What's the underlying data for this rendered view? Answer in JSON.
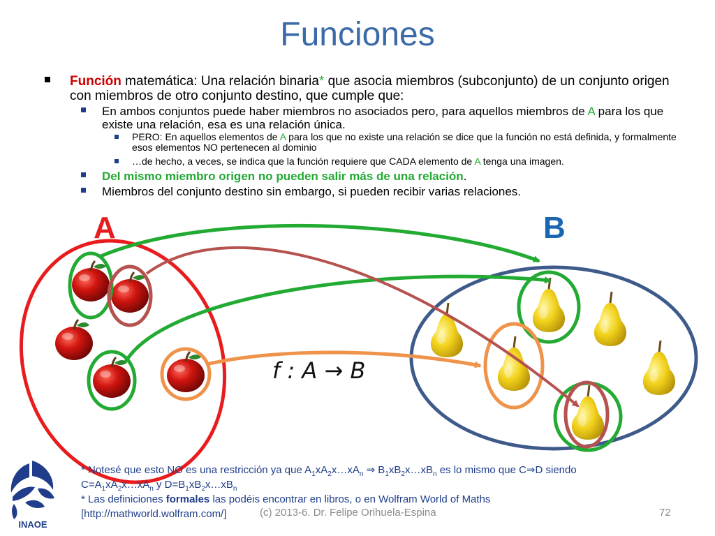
{
  "slide": {
    "title": "Funciones",
    "page_number": "72",
    "footer": "(c) 2013-6. Dr. Felipe Orihuela-Espina"
  },
  "bullets": {
    "b1": {
      "term": "Función",
      "text_a": " matemática: Una relación binaria",
      "star": "*",
      "text_b": " que asocia miembros (subconjunto) de un conjunto origen con miembros de otro conjunto destino, que cumple que:"
    },
    "b2": {
      "text_a": "En ambos conjuntos puede haber miembros no asociados pero, para aquellos miembros de ",
      "setA": "A",
      "text_b": " para los que existe una relación, esa es una relación única."
    },
    "b3": {
      "text_a": "PERO: En aquellos elementos de ",
      "setA": "A",
      "text_b": "  para los que no existe una relación se dice que la función no está definida, y formalmente esos elementos NO pertenecen al dominio"
    },
    "b4": {
      "text_a": "…de hecho, a veces, se indica que la función requiere que CADA elemento de ",
      "setA": "A",
      "text_b": " tenga una imagen."
    },
    "b5": {
      "text": "Del mismo miembro origen no pueden salir más de una relación",
      "dot": "."
    },
    "b6": {
      "text": "Miembros del conjunto destino sin embargo, si pueden recibir varias relaciones."
    }
  },
  "diagram": {
    "label_a": "A",
    "label_b": "B",
    "formula": "f : A → B"
  },
  "notes": {
    "n1_a": "* Notesé que esto NO es una restricción ya que A",
    "n1_b": "xA",
    "n1_c": "x…xA",
    "n1_d": " ⇒ B",
    "n1_e": "xB",
    "n1_f": "x…xB",
    "n1_g": " es lo mismo que C⇒D siendo",
    "n2_a": "C=A",
    "n2_b": "xA",
    "n2_c": "x…xA",
    "n2_d": " y D=B",
    "n2_e": "xB",
    "n2_f": "x…xB",
    "sub1": "1",
    "sub2": "2",
    "subn": "n",
    "n3_a": "* Las definiciones ",
    "n3_b": "formales",
    "n3_c": " las podéis encontrar en libros, o en Wolfram World of Maths",
    "n4": "[http://mathworld.wolfram.com/]"
  },
  "logo": {
    "text": "INAOE"
  },
  "colors": {
    "title": "#3b6aa8",
    "red": "#e81c1c",
    "green": "#22aa33",
    "orange": "#f0934a",
    "brown": "#b5524f",
    "blue": "#3d5a8a"
  }
}
